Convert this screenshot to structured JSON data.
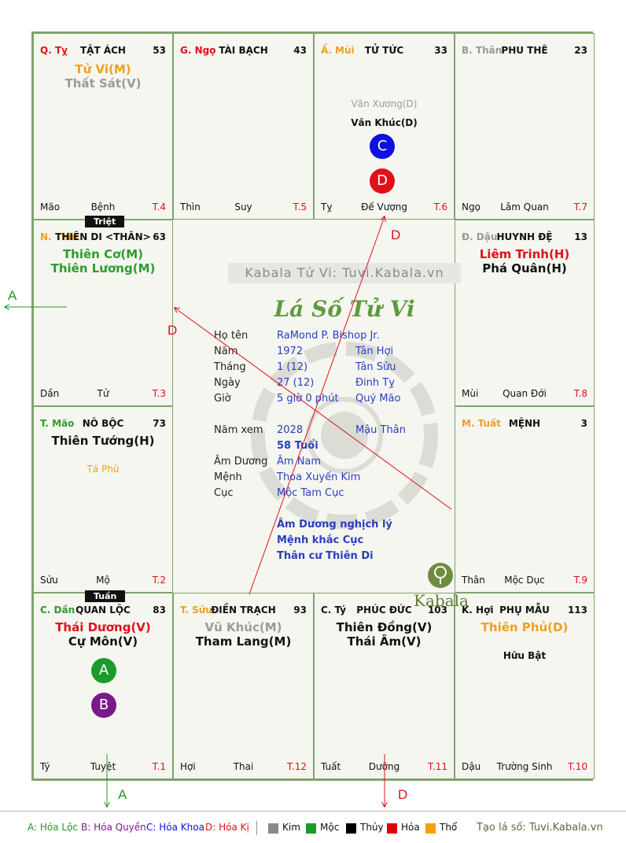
{
  "palaces": [
    {
      "id": "ty",
      "canchi": "Q. Tỵ",
      "canchi_color": "#e0101a",
      "name": "TẬT ÁCH",
      "num": "53",
      "foot_left": "Mão",
      "foot_center": "Bệnh",
      "foot_right": "T.4",
      "stars": [
        {
          "text": "Tử Vi(M)",
          "color": "#f0a020",
          "big": true
        },
        {
          "text": "Thất Sát(V)",
          "color": "#9a9a9a",
          "big": true
        }
      ]
    },
    {
      "id": "ngo",
      "canchi": "G. Ngọ",
      "canchi_color": "#e0101a",
      "name": "TÀI BẠCH",
      "num": "43",
      "foot_left": "Thìn",
      "foot_center": "Suy",
      "foot_right": "T.5",
      "stars": []
    },
    {
      "id": "mui",
      "canchi": "Ấ. Mùi",
      "canchi_color": "#f0a020",
      "name": "TỬ TỨC",
      "num": "33",
      "foot_left": "Tỵ",
      "foot_center": "Đế Vượng",
      "foot_right": "T.6",
      "stars": [
        {
          "text": "Văn Xương(D)",
          "color": "#9a9a9a",
          "big": false
        },
        {
          "text": "Văn Khúc(D)",
          "color": "#111111",
          "big": false
        }
      ]
    },
    {
      "id": "than",
      "canchi": "B. Thân",
      "canchi_color": "#9a9a9a",
      "name": "PHU THÊ",
      "num": "23",
      "foot_left": "Ngọ",
      "foot_center": "Lâm Quan",
      "foot_right": "T.7",
      "stars": []
    },
    {
      "id": "thin",
      "canchi": "N. Thìn",
      "canchi_color": "#f0a020",
      "name": "THIÊN DI <THÂN>",
      "num": "63",
      "foot_left": "Dần",
      "foot_center": "Tử",
      "foot_right": "T.3",
      "stars": [
        {
          "text": "Thiên Cơ(M)",
          "color": "#2e9b2e",
          "big": true
        },
        {
          "text": "Thiên Lương(M)",
          "color": "#2e9b2e",
          "big": true
        }
      ]
    },
    {
      "id": "dau",
      "canchi": "Đ. Dậu",
      "canchi_color": "#9a9a9a",
      "name": "HUYNH ĐỆ",
      "num": "13",
      "foot_left": "Mùi",
      "foot_center": "Quan Đới",
      "foot_right": "T.8",
      "stars": [
        {
          "text": "Liêm Trinh(H)",
          "color": "#e0101a",
          "big": true
        },
        {
          "text": "Phá Quân(H)",
          "color": "#111111",
          "big": true
        }
      ]
    },
    {
      "id": "mao",
      "canchi": "T. Mão",
      "canchi_color": "#2e9b2e",
      "name": "NÔ BỘC",
      "num": "73",
      "foot_left": "Sửu",
      "foot_center": "Mộ",
      "foot_right": "T.2",
      "stars": [
        {
          "text": "Thiên Tướng(H)",
          "color": "#111111",
          "big": true
        },
        {
          "text": "",
          "color": "#111111",
          "big": false
        },
        {
          "text": "Tả Phù",
          "color": "#f0a020",
          "big": false
        }
      ]
    },
    {
      "id": "tuat",
      "canchi": "M. Tuất",
      "canchi_color": "#f0a020",
      "name": "MỆNH",
      "num": "3",
      "foot_left": "Thân",
      "foot_center": "Mộc Dục",
      "foot_right": "T.9",
      "stars": []
    },
    {
      "id": "dan",
      "canchi": "C. Dần",
      "canchi_color": "#2e9b2e",
      "name": "QUAN LỘC",
      "num": "83",
      "foot_left": "Tý",
      "foot_center": "Tuyệt",
      "foot_right": "T.1",
      "stars": [
        {
          "text": "Thái Dương(V)",
          "color": "#e0101a",
          "big": true
        },
        {
          "text": "Cự Môn(V)",
          "color": "#111111",
          "big": true
        }
      ]
    },
    {
      "id": "suu",
      "canchi": "T. Sửu",
      "canchi_color": "#f0a020",
      "name": "ĐIỀN TRẠCH",
      "num": "93",
      "foot_left": "Hợi",
      "foot_center": "Thai",
      "foot_right": "T.12",
      "stars": [
        {
          "text": "Vũ Khúc(M)",
          "color": "#9a9a9a",
          "big": true
        },
        {
          "text": "Tham Lang(M)",
          "color": "#111111",
          "big": true
        }
      ]
    },
    {
      "id": "tyy",
      "canchi": "C. Tý",
      "canchi_color": "#111111",
      "name": "PHÚC ĐỨC",
      "num": "103",
      "foot_left": "Tuất",
      "foot_center": "Dưỡng",
      "foot_right": "T.11",
      "stars": [
        {
          "text": "Thiên Đồng(V)",
          "color": "#111111",
          "big": true
        },
        {
          "text": "Thái Âm(V)",
          "color": "#111111",
          "big": true
        }
      ]
    },
    {
      "id": "hoi",
      "canchi": "K. Hợi",
      "canchi_color": "#111111",
      "name": "PHỤ MẪU",
      "num": "113",
      "foot_left": "Dậu",
      "foot_center": "Trường Sinh",
      "foot_right": "T.10",
      "stars": [
        {
          "text": "Thiên Phủ(D)",
          "color": "#f0a020",
          "big": true
        },
        {
          "text": "",
          "color": "#111111",
          "big": false
        },
        {
          "text": "Hữu Bật",
          "color": "#111111",
          "big": false
        }
      ]
    }
  ],
  "tags": {
    "triet": "Triệt",
    "tuan": "Tuần"
  },
  "badges": {
    "a": "A",
    "b": "B",
    "c": "C",
    "d": "D"
  },
  "colors": {
    "a": "#1c9b2a",
    "b": "#7a1a8a",
    "c": "#1010e0",
    "d": "#e0101a",
    "border": "#7fa36d"
  },
  "center": {
    "watermark": "Kabala Tử Vi: Tuvi.Kabala.vn",
    "title": "Lá Số Tử Vi",
    "labels": {
      "name": "Họ tên",
      "year": "Năm",
      "month": "Tháng",
      "day": "Ngày",
      "hour": "Giờ",
      "year_view": "Năm xem",
      "amduong": "Âm Dương",
      "menh": "Mệnh",
      "cuc": "Cục"
    },
    "values": {
      "name": "RaMond P. Bishop Jr.",
      "year": "1972",
      "year_cc": "Tân Hợi",
      "month": "1  (12)",
      "month_cc": "Tân Sửu",
      "day": "27  (12)",
      "day_cc": "Đinh Tỵ",
      "hour": "5 giờ 0 phút",
      "hour_cc": "Quý Mão",
      "year_view": "2028",
      "year_view_cc": "Mậu Thân",
      "age": "58 Tuổi",
      "amduong": "Âm Nam",
      "menh": "Thoa Xuyến Kim",
      "cuc": "Mộc Tam Cục"
    },
    "notes": [
      "Âm Dương nghịch lý",
      "Mệnh khắc Cục",
      "Thân cư Thiên Di"
    ],
    "logo_text": "Kabala"
  },
  "arrow_labels": {
    "a_left": "A",
    "a_bottom": "A",
    "d_top": "D",
    "d_center": "D",
    "d_bottom": "D"
  },
  "legend": {
    "a": "A: Hóa Lộc",
    "b": "B: Hóa Quyền",
    "c": "C: Hóa Khoa",
    "d": "D: Hóa Kị",
    "kim": "Kim",
    "moc": "Mộc",
    "thuy": "Thủy",
    "hoa": "Hỏa",
    "tho": "Thổ",
    "site": "Tạo lá số: Tuvi.Kabala.vn",
    "kim_color": "#8a8a8a",
    "moc_color": "#1c9b2a",
    "thuy_color": "#000000",
    "hoa_color": "#e00000",
    "tho_color": "#f5a000"
  }
}
